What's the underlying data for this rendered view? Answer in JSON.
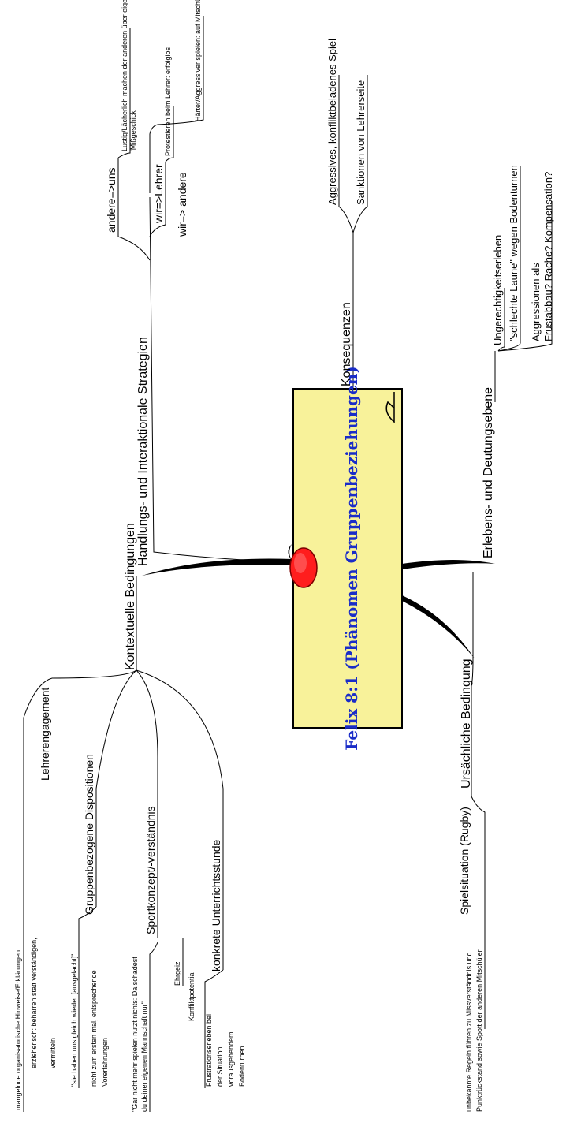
{
  "diagram": {
    "central_title": "Felix 8:1 (Phänomen Gruppenbeziehungen)",
    "colors": {
      "center_fill": "#f8f29a",
      "center_text": "#1a2cc8",
      "knob": "#ff1d1d",
      "branch": "#000000"
    },
    "branches": {
      "kontextuelle": {
        "label": "Kontextuelle Bedingungen",
        "lehrerengagement": {
          "label": "Lehrerengagement",
          "items": [
            "mangelnde organisatorische Hinweise/Erklärungen",
            "erzieherisch: beharren statt verständigen,",
            "vermitteln"
          ]
        },
        "gruppenbezogene": {
          "label": "Gruppenbezogene Dispositionen",
          "items": [
            "\"sie haben uns gleich wieder [ausgelacht]\"",
            "nicht zum ersten mal, entsprechende",
            "Vorerfahrungen"
          ]
        },
        "sportkonzept": {
          "label": "Sportkonzept/-verständnis",
          "items": [
            "\"Gar nicht mehr spielen nutzt nichts: Da schadest",
            "du deiner eigenen Mannschaft nur\"",
            "Ehrgeiz"
          ]
        },
        "konkrete": {
          "label": "konkrete Unterrichtsstunde",
          "items": [
            "Konfliktpotential",
            "Frustrationserleben bei",
            "der Situation",
            "vorausgehendem",
            "Bodenturnen"
          ]
        }
      },
      "handlung": {
        "label": "Handlungs- und Interaktionale Strategien",
        "andere_uns": {
          "label": "andere=>uns",
          "items": [
            "Lustig/Lächerlich machen der anderen über eigenes",
            "'Mißgeschick'"
          ]
        },
        "wir_lehrer": {
          "label": "wir=>Lehrer",
          "items": [
            "Protestieren beim Lehrer: erfolglos"
          ]
        },
        "wir_andere": {
          "label": "wir=> andere",
          "items": [
            "Härter/Aggressiver spielen: auf Mitschüler gerichtet"
          ]
        }
      },
      "konsequenzen": {
        "label": "Konsequenzen",
        "items": [
          "Aggressives, konfliktbeladenes Spiel",
          "Sanktionen von Lehrerseite"
        ]
      },
      "erlebens": {
        "label": "Erlebens- und Deutungsebene",
        "items": [
          "Ungerechtigkeitserleben",
          "\"schlechte Laune\" wegen Bodenturnen",
          "Aggressionen als",
          "Frustabbau? Rache? Kompensation?"
        ]
      },
      "ursaechliche": {
        "label": "Ursächliche Bedingung",
        "spielsituation": {
          "label": "Spielsituation (Rugby)",
          "items": [
            "unbekannte Regeln führen zu Missverständnis und",
            "Punktrückstand sowie Spott der anderen Mitschüler"
          ]
        }
      }
    }
  }
}
